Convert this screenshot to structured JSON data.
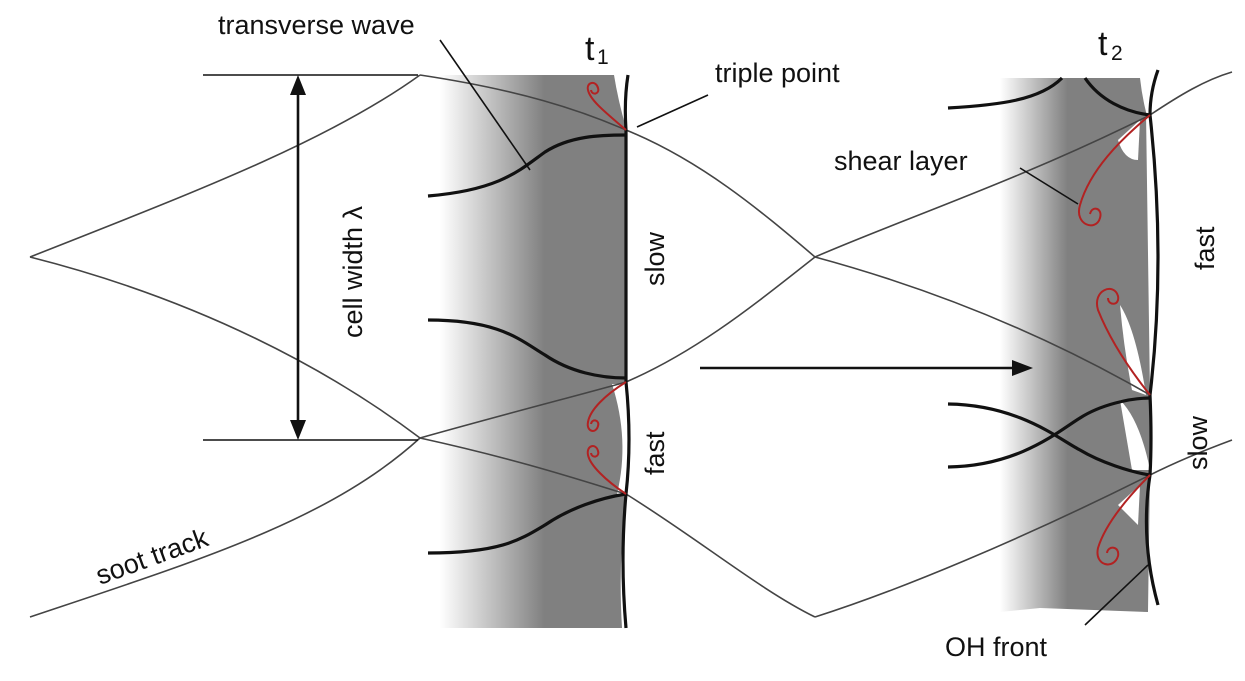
{
  "labels": {
    "transverse_wave": "transverse wave",
    "triple_point": "triple point",
    "cell_width": "cell width λ",
    "shear_layer": "shear layer",
    "soot_track": "soot track",
    "oh_front": "OH front",
    "t1_main": "t",
    "t1_sub": "1",
    "t2_main": "t",
    "t2_sub": "2",
    "slow_t1": "slow",
    "fast_t1": "fast",
    "fast_t2": "fast",
    "slow_t2": "slow"
  },
  "colors": {
    "line": "#111111",
    "soot_track": "#444444",
    "burned_gas": "#808080",
    "shear_vortex": "#b22222",
    "background": "#ffffff"
  }
}
